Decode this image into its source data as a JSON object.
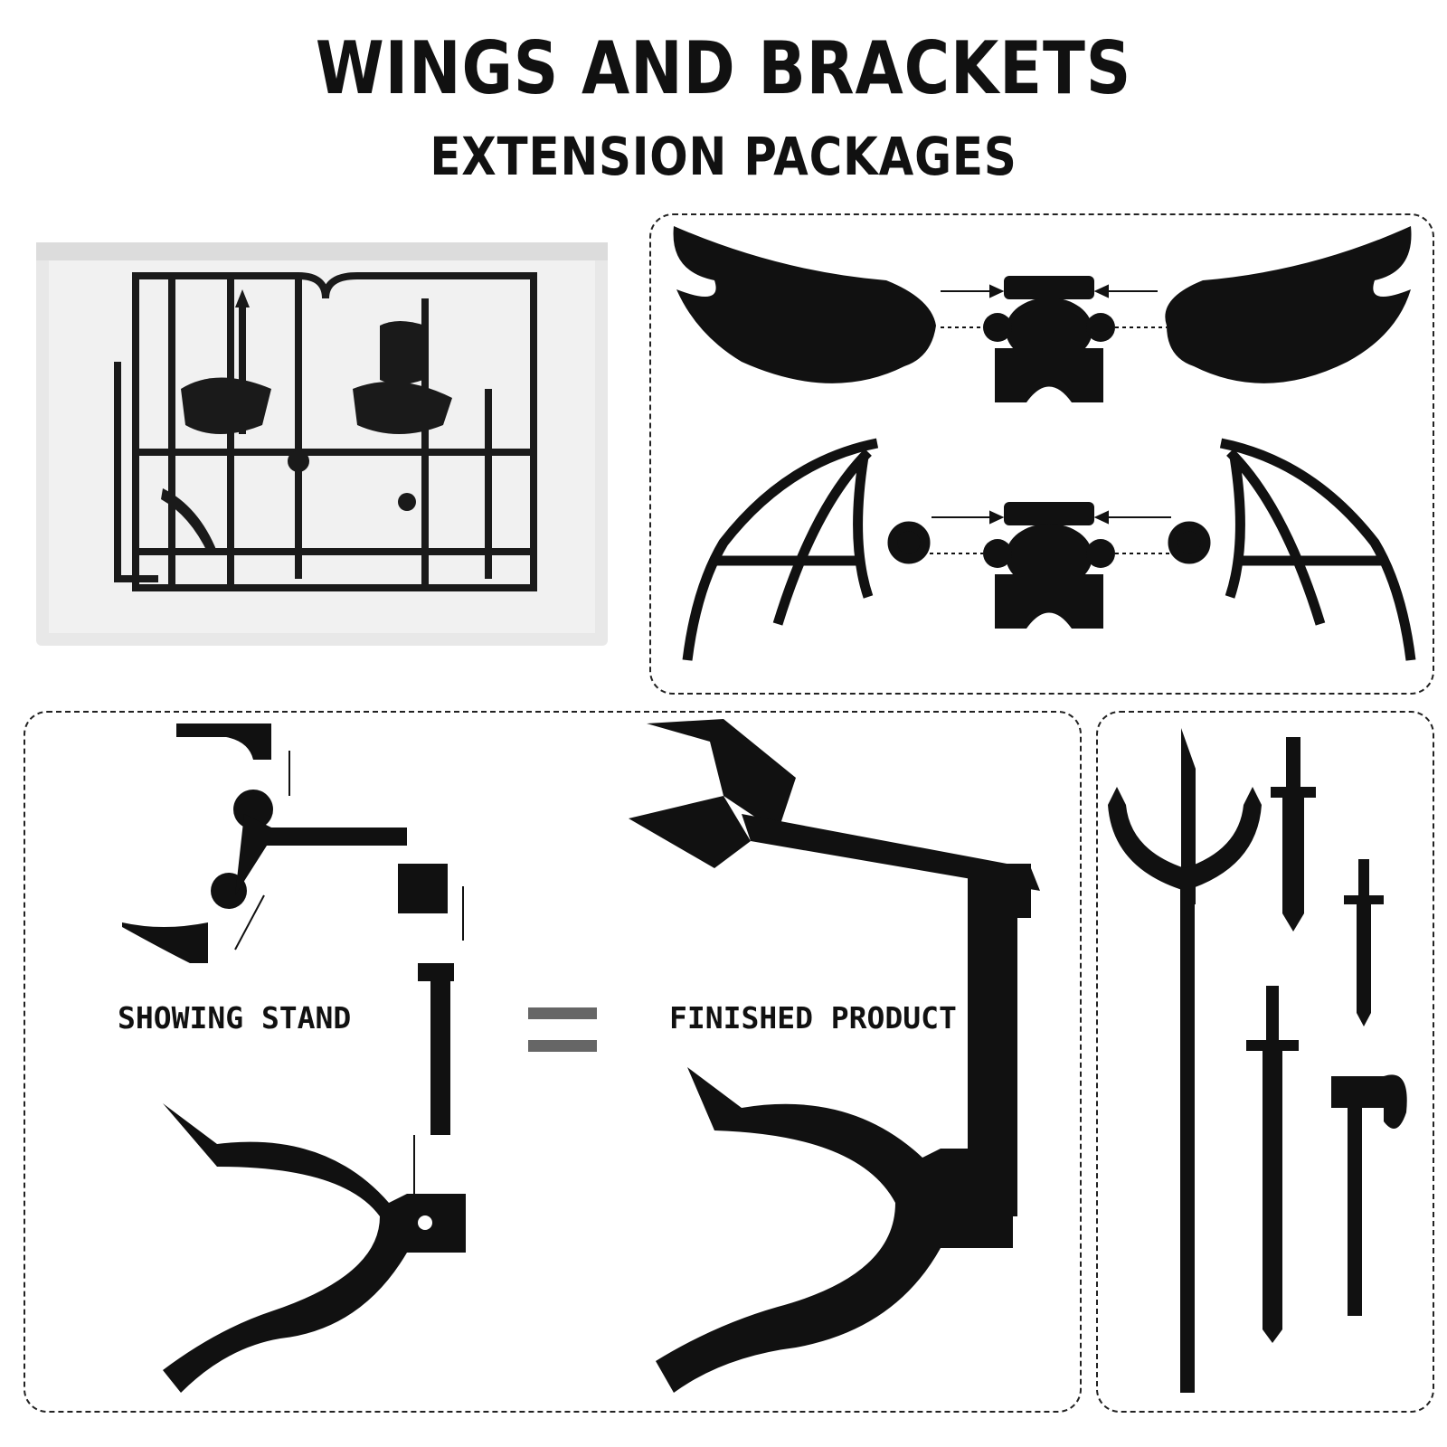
{
  "header": {
    "title": "WINGS AND BRACKETS",
    "subtitle": "EXTENSION PACKAGES"
  },
  "stand_panel": {
    "left_label": "SHOWING STAND",
    "right_label": "FINISHED PRODUCT"
  },
  "colors": {
    "part": "#111111",
    "bag": "#e6e6e6",
    "dashed_border": "#222222",
    "equals": "#666666"
  },
  "icons": [
    "feather-wing-icon",
    "bat-wing-icon",
    "wing-connector-icon",
    "trident-icon",
    "sword-icon",
    "dagger-icon",
    "axe-icon",
    "stand-clamp-icon",
    "stand-arm-icon"
  ]
}
